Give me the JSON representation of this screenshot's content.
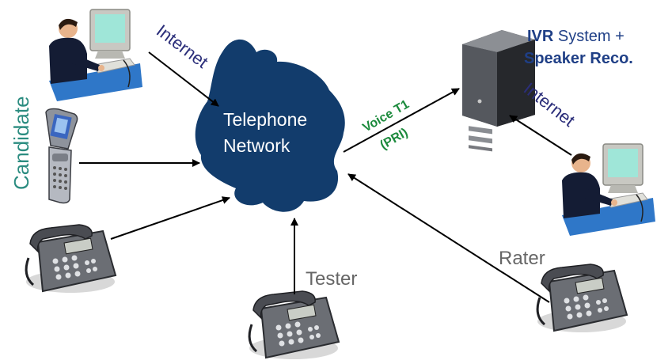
{
  "labels": {
    "internet_left": "Internet",
    "internet_right": "Internet",
    "cloud_line1": "Telephone",
    "cloud_line2": "Network",
    "voice_line1": "Voice T1",
    "voice_line2": "(PRI)",
    "ivr_bold": "IVR",
    "ivr_rest": " System +",
    "speaker_reco": "Speaker Reco.",
    "candidate": "Candidate",
    "tester": "Tester",
    "rater": "Rater"
  },
  "colors": {
    "network_cloud": "#123c6c",
    "arrow": "#000000",
    "internet_text": "#2b2e7a",
    "voice_text": "#1b8a3c",
    "ivr_text": "#1f3f86",
    "candidate_text": "#2b8c80",
    "tester_text": "#666666",
    "rater_text": "#666666"
  },
  "icons": {
    "computer_user": "computer-user-icon",
    "mobile_phone": "flip-phone-icon",
    "desk_phone": "desk-phone-icon",
    "server": "server-tower-icon"
  }
}
